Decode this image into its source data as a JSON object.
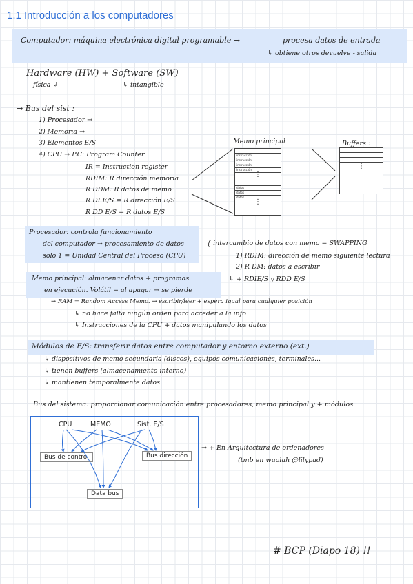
{
  "title": "1.1 Introducción a los computadores",
  "definicion": {
    "label": "Computador: máquina electrónica digital programable →",
    "l1": "procesa datos de entrada",
    "l2": "↳ obtiene otros devuelve - salida"
  },
  "hw_sw": {
    "line": "Hardware (HW) + Software (SW)",
    "fisico": "física ↲",
    "intangible": "↳ intangible"
  },
  "bus": {
    "title": "→ Bus del sist :",
    "items": [
      "1) Procesador →",
      "2) Memoria →",
      "3) Elementos E/S",
      "4) CPU → P.C: Program Counter"
    ],
    "registers": [
      "IR = Instruction register",
      "RDIM: R dirección memoria",
      "R DDM: R datos de memo",
      "R DI E/S = R dirección E/S",
      "R DD E/S = R datos E/S"
    ]
  },
  "memoria_diagram": {
    "memo_label": "Memo principal",
    "buffers_label": "Buffers :",
    "memo_rows": [
      "instrucción",
      "instrucción",
      "instrucción",
      "instrucción",
      "",
      "",
      "",
      "",
      "datos",
      "datos",
      "datos",
      ""
    ],
    "buffer_rows": [
      "",
      "",
      "",
      "",
      "",
      "",
      "",
      "",
      ""
    ]
  },
  "procesador": {
    "l1": "Procesador: controla funcionamiento",
    "l2": "del computador → procesamiento de datos",
    "l3": "solo 1 = Unidad Central del Proceso (CPU)"
  },
  "intercambio": {
    "title": "{ intercambio de datos con memo = SWAPPING",
    "items": [
      "1) RDIM: dirección de memo siguiente lectura",
      "2) R DM: datos a escribir",
      "↳ + RDIE/S y RDD E/S"
    ]
  },
  "memo_principal": {
    "l1": "Memo principal: almacenar datos + programas",
    "l2": "en ejecución. Volátil = al apagar → se pierde",
    "items": [
      "→ RAM = Random Access Memo. → escribir/leer + espera igual para cualquier posición",
      "↳ no hace falta ningún orden para acceder a la info",
      "↳ Instrucciones de la CPU + datos manipulando los datos"
    ]
  },
  "modulos": {
    "title": "Módulos de E/S: transferir datos entre computador y entorno externo (ext.)",
    "items": [
      "↳ dispositivos de memo secundaria (discos), equipos comunicaciones, terminales...",
      "↳ tienen buffers (almacenamiento interno)",
      "↳ mantienen temporalmente datos"
    ]
  },
  "bus_sistema": {
    "text": "Bus del sistema: proporcionar comunicación entre procesadores, memo principal y + módulos"
  },
  "bus_diagram": {
    "cpu": "CPU",
    "memo": "MEMO",
    "sist": "Sist. E/S",
    "control": "Bus de control",
    "direccion": "Bus dirección",
    "data": "Data bus",
    "note1": "→ + En Arquitectura de ordenadores",
    "note2": "(tmb en wuolah @lilypad)"
  },
  "footer": "# BCP (Diapo 18) !!"
}
